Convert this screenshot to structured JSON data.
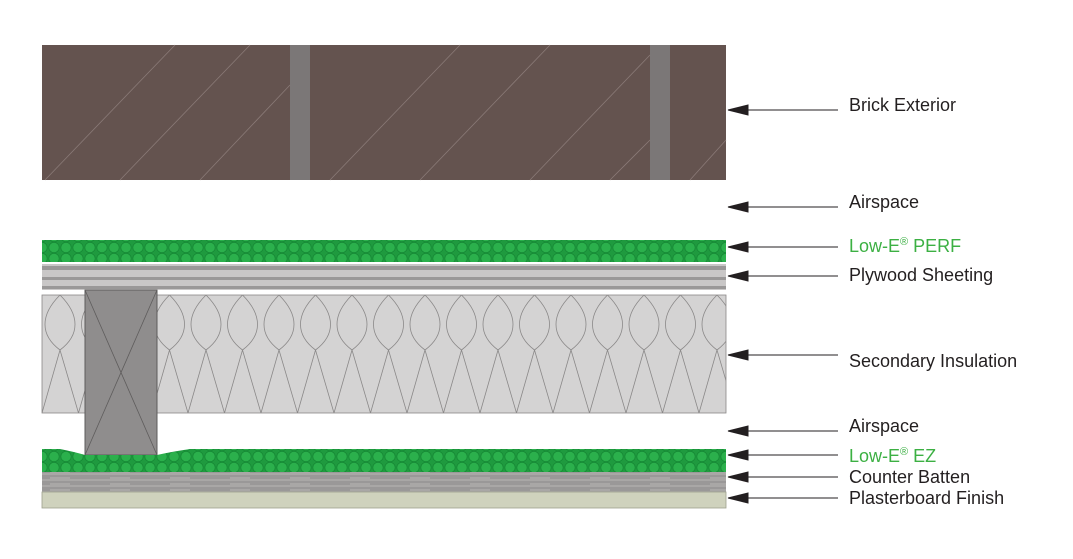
{
  "colors": {
    "brick": "#64534f",
    "mortar": "#7b7777",
    "foil_green": "#24a746",
    "insulation": "#d4d3d3",
    "stud": "#8f8d8d",
    "plasterboard": "#cfd2bd",
    "label_green": "#3cb043",
    "label_dark": "#231f20"
  },
  "labels": [
    {
      "id": "brick-exterior",
      "text": "Brick Exterior",
      "green": false
    },
    {
      "id": "airspace-outer",
      "text": "Airspace",
      "green": false
    },
    {
      "id": "low-e-perf",
      "text": "Low-E",
      "sup": "®",
      "suffix": " PERF",
      "green": true
    },
    {
      "id": "plywood-sheeting",
      "text": "Plywood Sheeting",
      "green": false
    },
    {
      "id": "secondary-insulation",
      "text": "Secondary Insulation",
      "green": false
    },
    {
      "id": "airspace-inner",
      "text": "Airspace",
      "green": false
    },
    {
      "id": "low-e-ez",
      "text": "Low-E",
      "sup": "®",
      "suffix": " EZ",
      "green": true
    },
    {
      "id": "counter-batten",
      "text": "Counter Batten",
      "green": false
    },
    {
      "id": "plasterboard-finish",
      "text": "Plasterboard Finish",
      "green": false
    }
  ]
}
